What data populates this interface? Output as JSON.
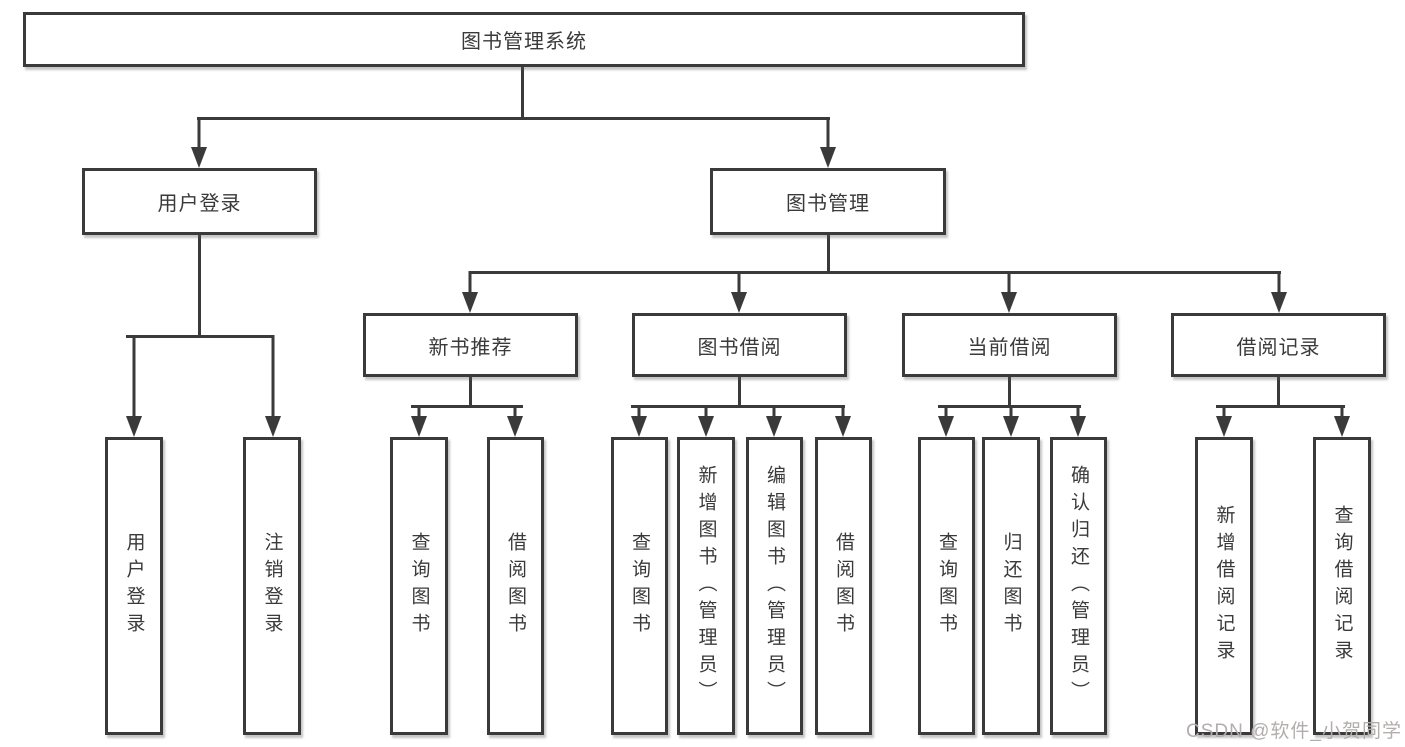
{
  "tree": {
    "root": {
      "label": "图书管理系统"
    },
    "level2": [
      {
        "id": "user-login",
        "label": "用户登录"
      },
      {
        "id": "book-management",
        "label": "图书管理"
      }
    ],
    "level3": [
      {
        "id": "new-book-recommendation",
        "label": "新书推荐",
        "parent": "图书管理"
      },
      {
        "id": "book-borrowing",
        "label": "图书借阅",
        "parent": "图书管理"
      },
      {
        "id": "current-borrowing",
        "label": "当前借阅",
        "parent": "图书管理"
      },
      {
        "id": "borrowing-records",
        "label": "借阅记录",
        "parent": "图书管理"
      }
    ],
    "leaves": [
      {
        "parent": "用户登录",
        "label": "用户登录"
      },
      {
        "parent": "用户登录",
        "label": "注销登录"
      },
      {
        "parent": "新书推荐",
        "label": "查询图书"
      },
      {
        "parent": "新书推荐",
        "label": "借阅图书"
      },
      {
        "parent": "图书借阅",
        "label": "查询图书"
      },
      {
        "parent": "图书借阅",
        "label": "新增图书（管理员）"
      },
      {
        "parent": "图书借阅",
        "label": "编辑图书（管理员）"
      },
      {
        "parent": "图书借阅",
        "label": "借阅图书"
      },
      {
        "parent": "当前借阅",
        "label": "查询图书"
      },
      {
        "parent": "当前借阅",
        "label": "归还图书"
      },
      {
        "parent": "当前借阅",
        "label": "确认归还（管理员）"
      },
      {
        "parent": "借阅记录",
        "label": "新增借阅记录"
      },
      {
        "parent": "借阅记录",
        "label": "查询借阅记录"
      }
    ]
  },
  "watermark": {
    "text": "CSDN @软件_小贺同学"
  },
  "colors": {
    "line": "#3a3a3a",
    "border": "#3a3a3a",
    "text": "#3a3a3a",
    "background": "#ffffff",
    "watermark": "#b3adad"
  }
}
